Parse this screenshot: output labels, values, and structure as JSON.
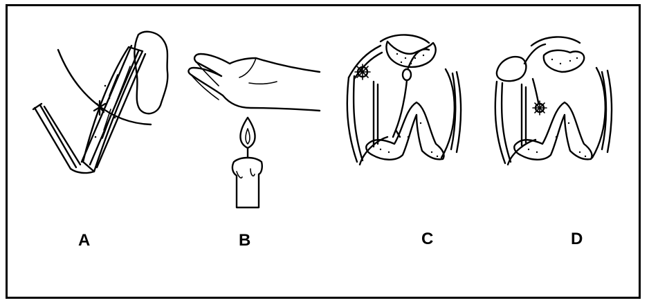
{
  "figure": {
    "panels": [
      {
        "id": "A",
        "label": "A",
        "icon": "arm-muscle-icon"
      },
      {
        "id": "B",
        "label": "B",
        "icon": "hand-over-candle-icon"
      },
      {
        "id": "C",
        "label": "C",
        "icon": "spinal-cord-reflex-icon"
      },
      {
        "id": "D",
        "label": "D",
        "icon": "spinal-cord-interneuron-icon"
      }
    ]
  }
}
